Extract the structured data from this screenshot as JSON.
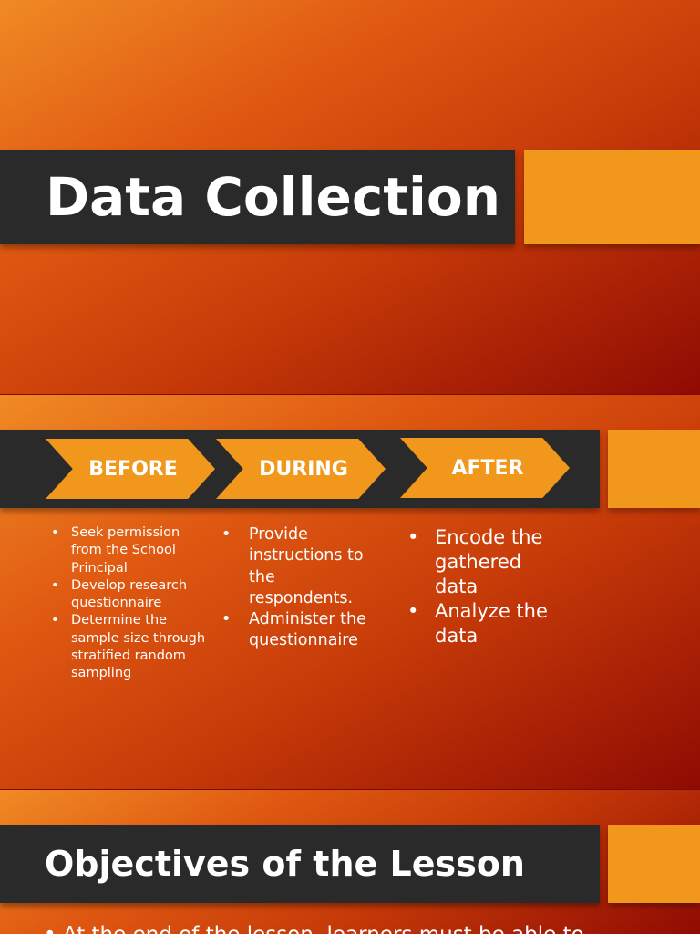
{
  "slide1": {
    "title": "Data Collection"
  },
  "slide2": {
    "stages": [
      "BEFORE",
      "DURING",
      "AFTER"
    ],
    "before_items": [
      "Seek permission from the School Principal",
      "Develop research questionnaire",
      "Determine the sample size through stratified random sampling"
    ],
    "during_items": [
      "Provide instructions to the respondents.",
      "Administer the questionnaire"
    ],
    "after_items": [
      "Encode the gathered data",
      "Analyze the data"
    ]
  },
  "slide3": {
    "title": "Objectives of the Lesson",
    "body": "• At the end of the lesson, learners must be able to"
  },
  "colors": {
    "title_bar": "#2a2a2a",
    "accent": "#f0971c",
    "background_light": "#f08a24",
    "background_dark": "#8f0b03",
    "text": "#ffffff"
  }
}
